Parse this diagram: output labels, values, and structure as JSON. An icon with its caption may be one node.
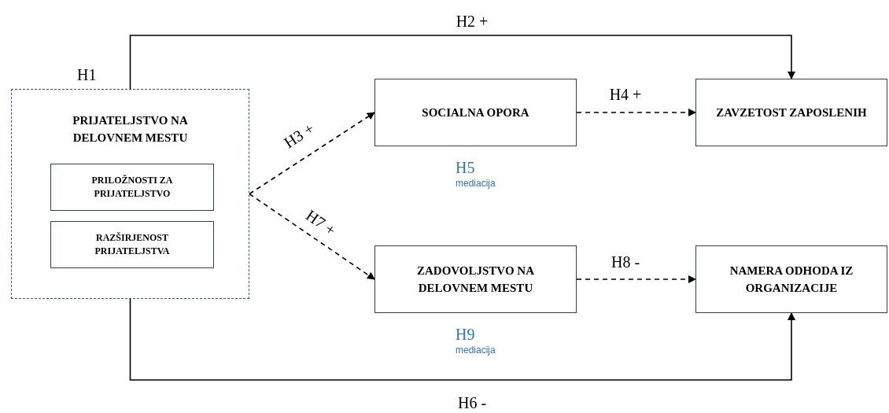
{
  "diagram": {
    "nodes": [
      {
        "text": [
          "PRIJATELJSTVO NA DELOVNEM MESTU"
        ],
        "beside": [
          "H1"
        ]
      },
      {
        "text": [
          "PRILOŽNOSTI ZA PRIJATELJSTVO"
        ],
        "in": 0
      },
      {
        "text": [
          "RAZŠIRJENOST PRIJATELJSTVA"
        ],
        "in": 0
      },
      {
        "text": [
          "SOCIALNA OPORA"
        ],
        "beside": [
          "H5",
          "mediacija"
        ]
      },
      {
        "text": [
          "ZAVZETOST ZAPOSLENIH"
        ]
      },
      {
        "text": [
          "ZADOVOLJSTVO NA DELOVNEM MESTU"
        ],
        "beside": [
          "H9",
          "mediacija"
        ]
      },
      {
        "text": [
          "NAMERA ODHODA IZ ORGANIZACIJE"
        ]
      }
    ],
    "edges": [
      {
        "from": 0,
        "to": 4,
        "arrow": "to",
        "label": "H2 +"
      },
      {
        "from": 0,
        "to": 3,
        "arrow": "to",
        "label": "H3 +",
        "style": "dashed"
      },
      {
        "from": 3,
        "to": 4,
        "arrow": "to",
        "label": "H4 +",
        "style": "dashed"
      },
      {
        "from": 0,
        "to": 5,
        "arrow": "to",
        "label": "H7 +",
        "style": "dashed"
      },
      {
        "from": 5,
        "to": 6,
        "arrow": "to",
        "label": "H8 -",
        "style": "dashed"
      },
      {
        "from": 0,
        "to": 6,
        "arrow": "to",
        "label": "H6 -"
      }
    ]
  }
}
